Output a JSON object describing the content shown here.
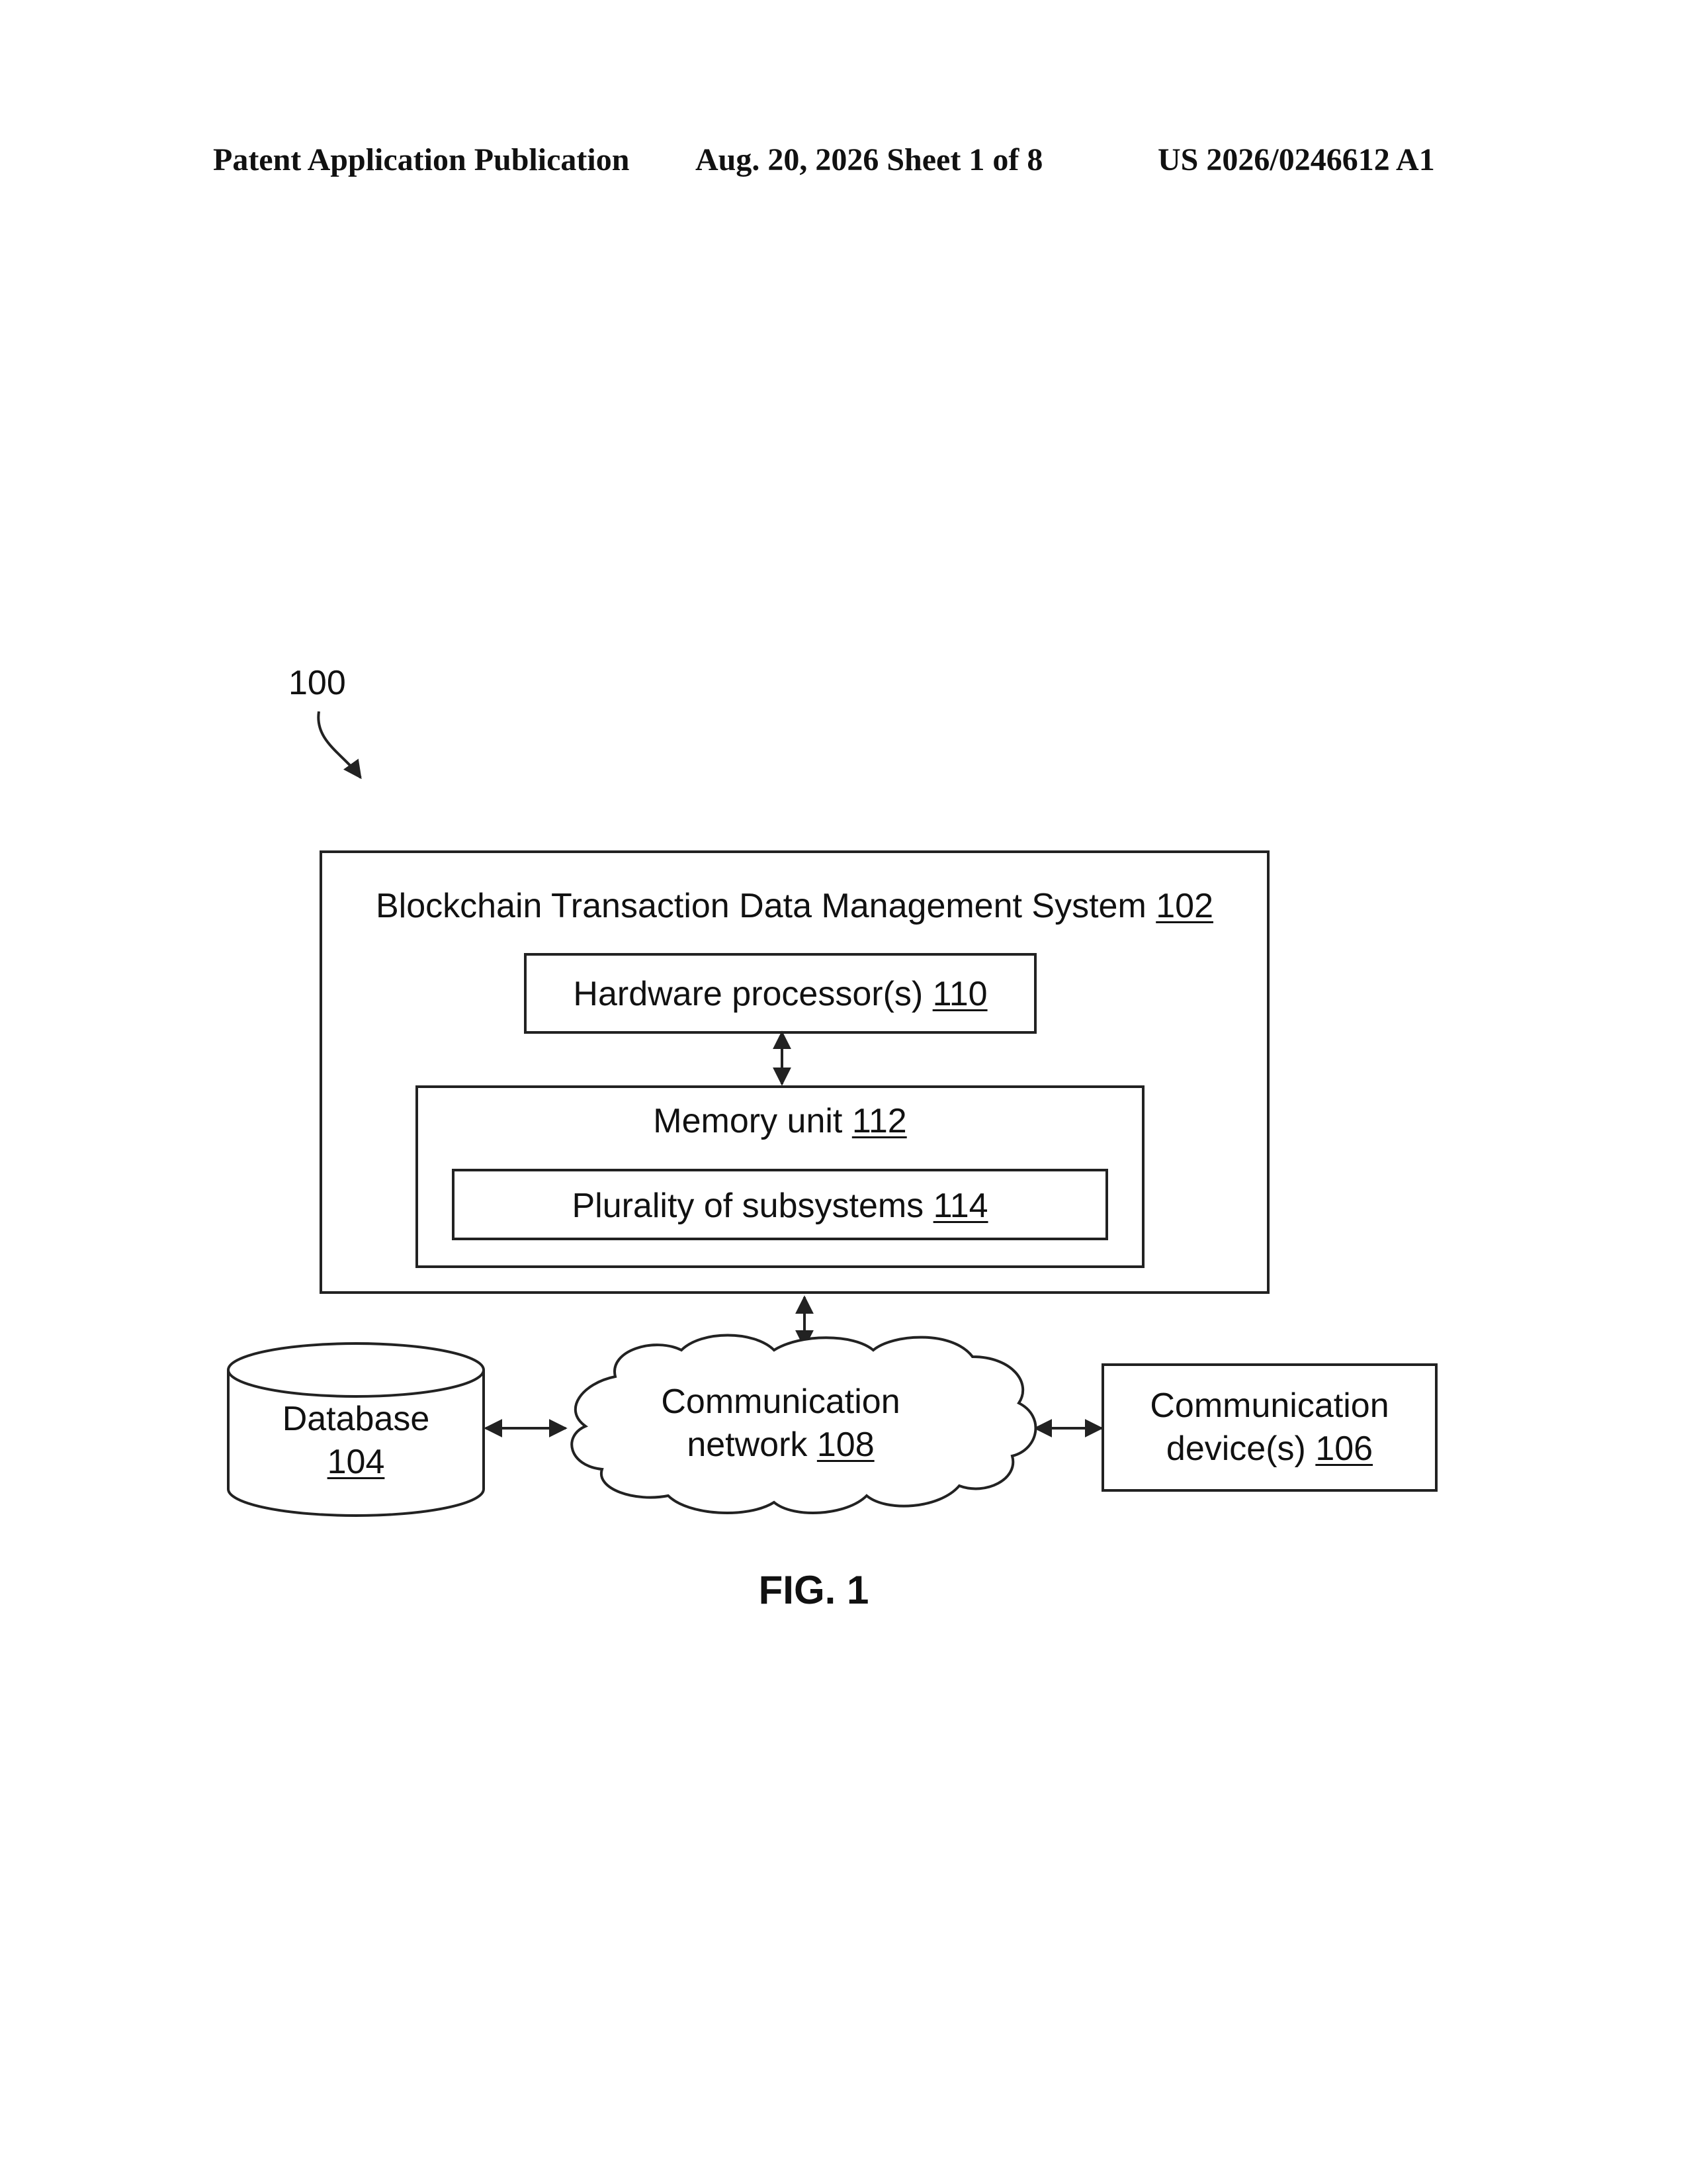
{
  "header": {
    "left": "Patent Application Publication",
    "middle": "Aug. 20, 2026  Sheet 1 of 8",
    "right": "US 2026/0246612 A1"
  },
  "diagram": {
    "figure_ref": "100",
    "system": {
      "text": "Blockchain Transaction Data Management System",
      "ref": "102"
    },
    "processor": {
      "text": "Hardware processor(s)",
      "ref": "110"
    },
    "memory": {
      "text": "Memory unit",
      "ref": "112"
    },
    "subsystems": {
      "text": "Plurality of subsystems",
      "ref": "114"
    },
    "database": {
      "text": "Database",
      "ref": "104"
    },
    "network": {
      "line1": "Communication",
      "line2": "network",
      "ref": "108"
    },
    "device": {
      "line1": "Communication",
      "line2": "device(s)",
      "ref": "106"
    }
  },
  "caption": "FIG. 1"
}
